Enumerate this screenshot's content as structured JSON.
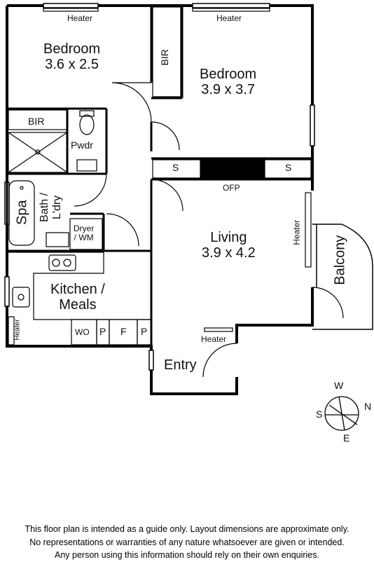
{
  "rooms": {
    "bedroom1": {
      "name": "Bedroom",
      "size": "3.6 x 2.5"
    },
    "bedroom2": {
      "name": "Bedroom",
      "size": "3.9 x 3.7"
    },
    "living": {
      "name": "Living",
      "size": "3.9 x 4.2"
    },
    "kitchen": {
      "name": "Kitchen /",
      "name2": "Meals"
    },
    "entry": {
      "name": "Entry"
    },
    "balcony": {
      "name": "Balcony"
    },
    "bath": {
      "name": "Bath /",
      "name2": "L'dry"
    },
    "pwdr": {
      "name": "Pwdr"
    },
    "spa": {
      "name": "Spa"
    },
    "bir_left": {
      "name": "BIR"
    },
    "bir_right": {
      "name": "BIR"
    },
    "dryer": {
      "name": "Dryer",
      "name2": "/ WM"
    },
    "ofp": {
      "name": "OFP"
    }
  },
  "fixtures": {
    "heater_bed1": "Heater",
    "heater_bed2": "Heater",
    "heater_living": "Heater",
    "heater_entry": "Heater",
    "heater_kitchen": "Heater",
    "shelf_s1": "S",
    "shelf_s2": "S",
    "wo": "WO",
    "p1": "P",
    "f": "F",
    "p2": "P"
  },
  "compass": {
    "n": "N",
    "s": "S",
    "e": "E",
    "w": "W"
  },
  "disclaimer": [
    "This floor plan is intended as a guide only. Layout dimensions are approximate only.",
    "No representations or warranties of any nature whatsoever are given or intended.",
    "Any person using this information should rely on their own enquiries."
  ]
}
